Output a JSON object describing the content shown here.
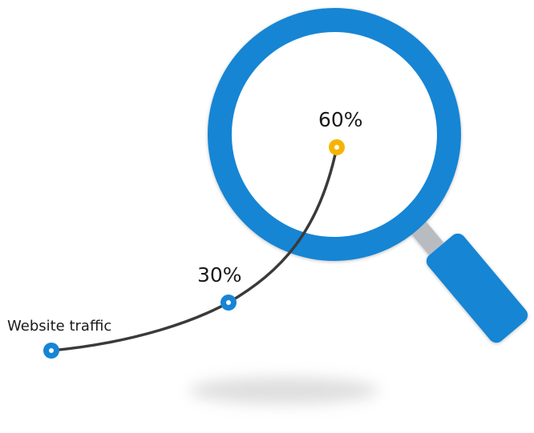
{
  "diagram": {
    "start_label": "Website traffic",
    "milestones": [
      {
        "label": "30%",
        "value": 30
      },
      {
        "label": "60%",
        "value": 60
      }
    ],
    "icon": "magnifying-glass-icon",
    "colors": {
      "primary_blue": "#1685d4",
      "handle_neck": "#b8bcc0",
      "highlight_yellow": "#f5b400",
      "curve": "#3a3a3a",
      "text": "#1a1a1a"
    }
  }
}
